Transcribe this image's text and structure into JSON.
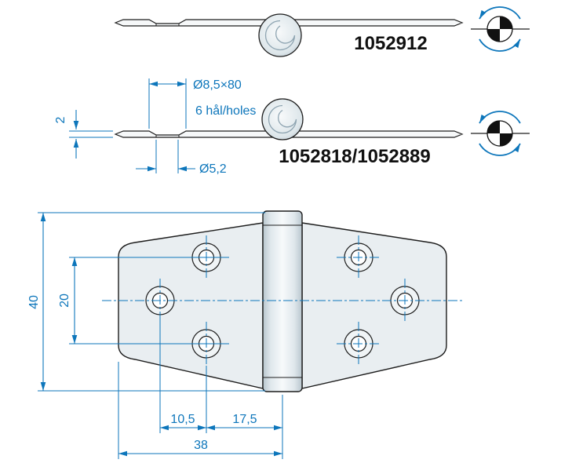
{
  "colors": {
    "dimension_blue": "#0d76bb",
    "part_outline": "#1d1d1d",
    "part_fill": "#e9eef1"
  },
  "views": {
    "side_flat": {
      "part_number": "1052912"
    },
    "side_flipped": {
      "part_number": "1052818/1052889",
      "countersink_dim": "Ø8,5×80",
      "holes_note": "6 hål/holes",
      "thickness_dim": "2",
      "hole_dim": "Ø5,2"
    },
    "plan": {
      "height_dim": "40",
      "hole_spacing_dim": "20",
      "hole_offset_dim": "10,5",
      "hole_to_pin_dim": "17,5",
      "leaf_width_dim": "38"
    }
  },
  "icons": {
    "flip_top": "rotation-direction-icon",
    "flip_middle": "rotation-direction-icon"
  }
}
